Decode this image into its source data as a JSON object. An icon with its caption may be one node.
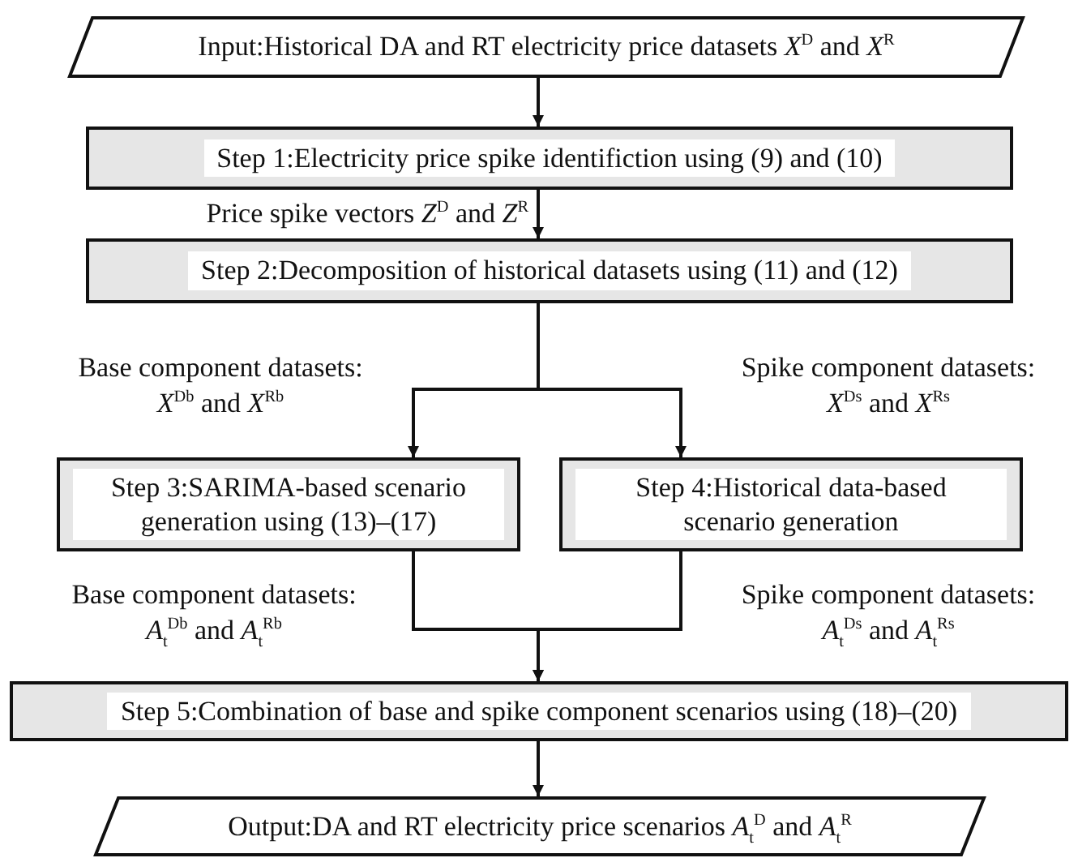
{
  "diagram": {
    "nodes": [
      {
        "text": [
          "Input:Historical DA and RT electricity price datasets *X*$^{D}$ and *X*$^{R}$"
        ]
      },
      {
        "text": [
          "Step 1:Electricity price spike identifiction using (9) and (10)"
        ]
      },
      {
        "text": [
          "Step 2:Decomposition of historical datasets using (11) and (12)"
        ]
      },
      {
        "text": [
          "Step 3:SARIMA-based scenario generation using (13)–(17)"
        ]
      },
      {
        "text": [
          "Step 4:Historical data-based scenario generation"
        ]
      },
      {
        "text": [
          "Step 5:Combination of base and spike component scenarios using (18)–(20)"
        ]
      },
      {
        "text": [
          "Output:DA and RT electricity price scenarios *A*$_{t}$$^{D}$ and *A*$_{t}$$^{R}$"
        ]
      }
    ],
    "edges": [
      {
        "from": 0,
        "to": 1,
        "arrow": "to"
      },
      {
        "from": 1,
        "to": 2,
        "arrow": "to",
        "label": "Price spike vectors *Z*$^{D}$ and *Z*$^{R}$"
      },
      {
        "from": 2,
        "to": 3,
        "arrow": "to",
        "label": "Base component datasets: *X*$^{Db}$ and *X*$^{Rb}$"
      },
      {
        "from": 2,
        "to": 4,
        "arrow": "to",
        "label": "Spike component datasets: *X*$^{Ds}$ and *X*$^{Rs}$"
      },
      {
        "from": 3,
        "to": 5,
        "arrow": "to",
        "label": "Base component datasets: *A*$_{t}$$^{Db}$ and *A*$_{t}$$^{Rb}$"
      },
      {
        "from": 4,
        "to": 5,
        "arrow": "to",
        "label": "Spike component datasets: *A*$_{t}$$^{Ds}$ and *A*$_{t}$$^{Rs}$"
      },
      {
        "from": 5,
        "to": 6,
        "arrow": "to"
      }
    ]
  }
}
